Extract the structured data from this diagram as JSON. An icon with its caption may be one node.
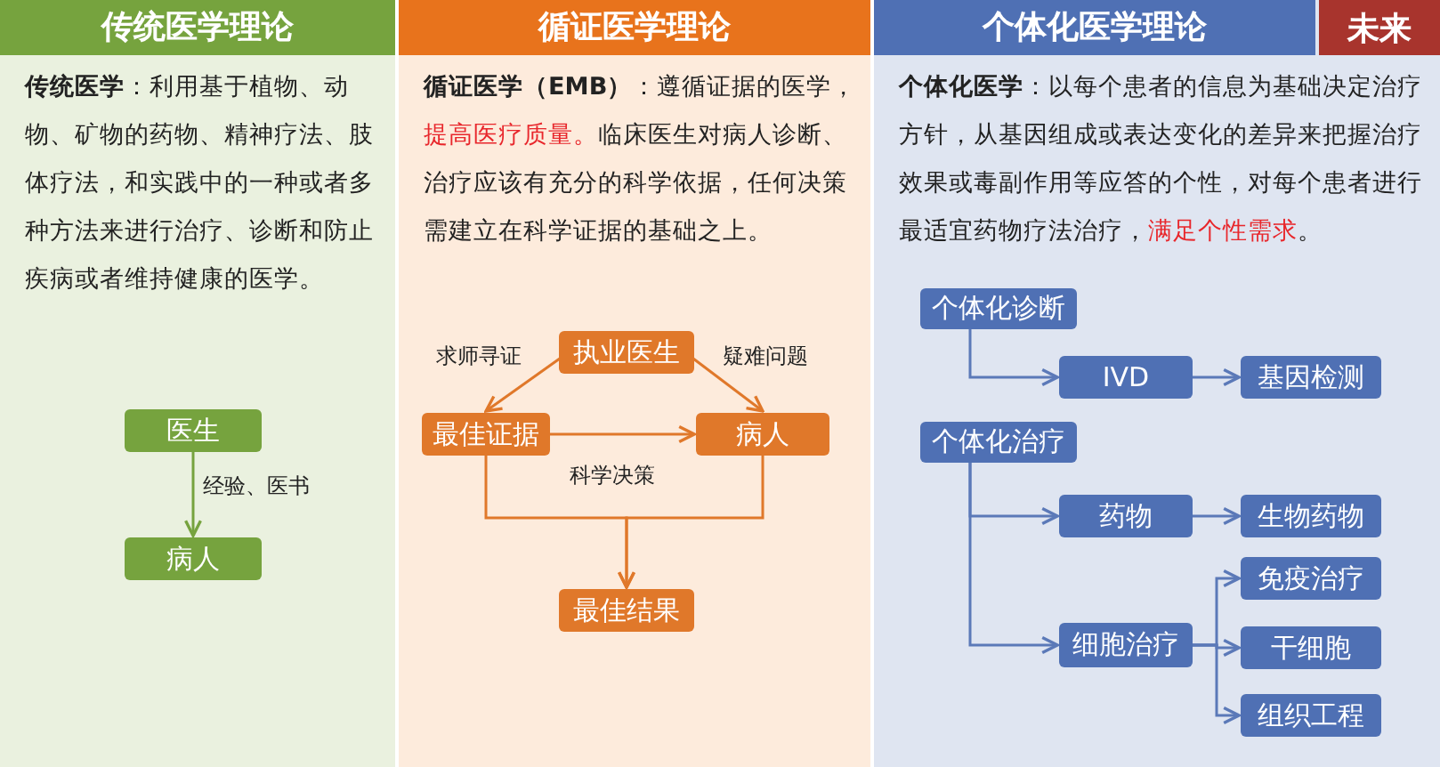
{
  "diagram": {
    "nodes": [
      {
        "text": [
          "传统医学理论",
          "**传统医学**：利用基于植物、动物、矿物的药物、精神疗法、肢体疗法，和实践中的一种或者多种方法来进行治疗、诊断和防止疾病或者维持健康的医学。"
        ]
      },
      {
        "text": [
          "医生"
        ],
        "in": 0
      },
      {
        "text": [
          "病人"
        ],
        "in": 0
      },
      {
        "text": [
          "循证医学理论",
          "**循证医学（EMB）**：遵循证据的医学，",
          "提高医疗质量。",
          "临床医生对病人诊断、治疗应该有充分的科学依据，任何决策需建立在科学证据的基础之上。"
        ]
      },
      {
        "text": [
          "执业医生"
        ],
        "in": 3
      },
      {
        "text": [
          "最佳证据"
        ],
        "in": 3
      },
      {
        "text": [
          "病人"
        ],
        "in": 3
      },
      {
        "text": [
          "最佳结果"
        ],
        "in": 3
      },
      {
        "text": [
          "个体化医学理论",
          "**个体化医学**：以每个患者的信息为基础决定治疗方针，从基因组成或表达变化的差异来把握治疗效果或毒副作用等应答的个性，对每个患者进行最适宜药物疗法治疗，",
          "满足个性需求",
          "。"
        ]
      },
      {
        "text": [
          "未来"
        ],
        "in": 8
      },
      {
        "text": [
          "个体化诊断"
        ],
        "in": 8
      },
      {
        "text": [
          "IVD"
        ],
        "in": 8
      },
      {
        "text": [
          "基因检测"
        ],
        "in": 8
      },
      {
        "text": [
          "个体化治疗"
        ],
        "in": 8
      },
      {
        "text": [
          "药物"
        ],
        "in": 8
      },
      {
        "text": [
          "生物药物"
        ],
        "in": 8
      },
      {
        "text": [
          "细胞治疗"
        ],
        "in": 8
      },
      {
        "text": [
          "免疫治疗"
        ],
        "in": 8
      },
      {
        "text": [
          "干细胞"
        ],
        "in": 8
      },
      {
        "text": [
          "组织工程"
        ],
        "in": 8
      }
    ],
    "edges": [
      {
        "from": 1,
        "to": 2,
        "arrow": "to",
        "label": "经验、医书",
        "color": "#76a33e"
      },
      {
        "from": 4,
        "to": 5,
        "arrow": "to",
        "label": "求师寻证",
        "color": "#e0782a"
      },
      {
        "from": 4,
        "to": 6,
        "arrow": "to",
        "label": "疑难问题",
        "color": "#e0782a"
      },
      {
        "from": 5,
        "to": 6,
        "arrow": "to",
        "label": "科学决策",
        "color": "#e0782a"
      },
      {
        "from": 5,
        "to": 7,
        "arrow": "to",
        "color": "#e0782a"
      },
      {
        "from": 6,
        "to": 7,
        "arrow": "to",
        "color": "#e0782a"
      },
      {
        "from": 10,
        "to": 11,
        "arrow": "to"
      },
      {
        "from": 11,
        "to": 12,
        "arrow": "to"
      },
      {
        "from": 13,
        "to": 14,
        "arrow": "to"
      },
      {
        "from": 14,
        "to": 15,
        "arrow": "to"
      },
      {
        "from": 13,
        "to": 16,
        "arrow": "to"
      },
      {
        "from": 16,
        "to": 17,
        "arrow": "to"
      },
      {
        "from": 16,
        "to": 18,
        "arrow": "to"
      },
      {
        "from": 16,
        "to": 19,
        "arrow": "to"
      }
    ]
  }
}
